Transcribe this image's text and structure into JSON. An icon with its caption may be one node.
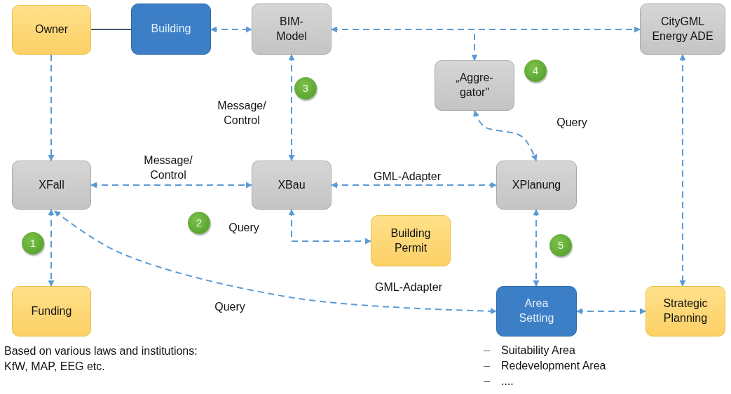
{
  "diagram": {
    "nodes": [
      {
        "text": [
          "Owner"
        ]
      },
      {
        "text": [
          "Building"
        ]
      },
      {
        "text": [
          "BIM-Model"
        ]
      },
      {
        "text": [
          "CityGML Energy ADE"
        ]
      },
      {
        "text": [
          "„Aggre-gator\""
        ]
      },
      {
        "text": [
          "XFall"
        ]
      },
      {
        "text": [
          "XBau"
        ]
      },
      {
        "text": [
          "XPlanung"
        ]
      },
      {
        "text": [
          "Building Permit"
        ]
      },
      {
        "text": [
          "Funding"
        ],
        "beside": [
          "Based on various laws and institutions: KfW, MAP, EEG etc."
        ]
      },
      {
        "text": [
          "Area Setting"
        ],
        "beside": [
          "Suitability Area",
          "Redevelopment Area",
          "...."
        ]
      },
      {
        "text": [
          "Strategic Planning"
        ]
      },
      {
        "text": [
          "1"
        ]
      },
      {
        "text": [
          "2"
        ]
      },
      {
        "text": [
          "3"
        ]
      },
      {
        "text": [
          "4"
        ]
      },
      {
        "text": [
          "5"
        ]
      }
    ],
    "edges": [
      {
        "from": 0,
        "to": 1,
        "arrow": "none",
        "color": "#44546a"
      },
      {
        "from": 1,
        "to": 2,
        "arrow": "both",
        "style": "dashed"
      },
      {
        "from": 2,
        "to": 3,
        "arrow": "both",
        "style": "dashed"
      },
      {
        "from": 2,
        "to": 4,
        "arrow": "to",
        "style": "dashed"
      },
      {
        "from": 0,
        "to": 5,
        "arrow": "to",
        "style": "dashed"
      },
      {
        "from": 2,
        "to": 6,
        "arrow": "both",
        "style": "dashed",
        "label": "Message/ Control"
      },
      {
        "from": 5,
        "to": 6,
        "arrow": "both",
        "style": "dashed",
        "label": "Message/ Control"
      },
      {
        "from": 6,
        "to": 7,
        "arrow": "both",
        "style": "dashed",
        "label": "GML-Adapter"
      },
      {
        "from": 4,
        "to": 7,
        "arrow": "both",
        "style": "dashed",
        "label": "Query"
      },
      {
        "from": 6,
        "to": 8,
        "arrow": "both",
        "style": "dashed",
        "label": "Query"
      },
      {
        "from": 5,
        "to": 9,
        "arrow": "both",
        "style": "dashed"
      },
      {
        "from": 5,
        "to": 10,
        "arrow": "both",
        "style": "dashed",
        "label": "Query"
      },
      {
        "from": 7,
        "to": 10,
        "arrow": "both",
        "style": "dashed"
      },
      {
        "from": 3,
        "to": 11,
        "arrow": "both",
        "style": "dashed"
      },
      {
        "from": 10,
        "to": 11,
        "arrow": "both",
        "style": "dashed"
      }
    ],
    "labels": [
      "GML-Adapter"
    ]
  }
}
